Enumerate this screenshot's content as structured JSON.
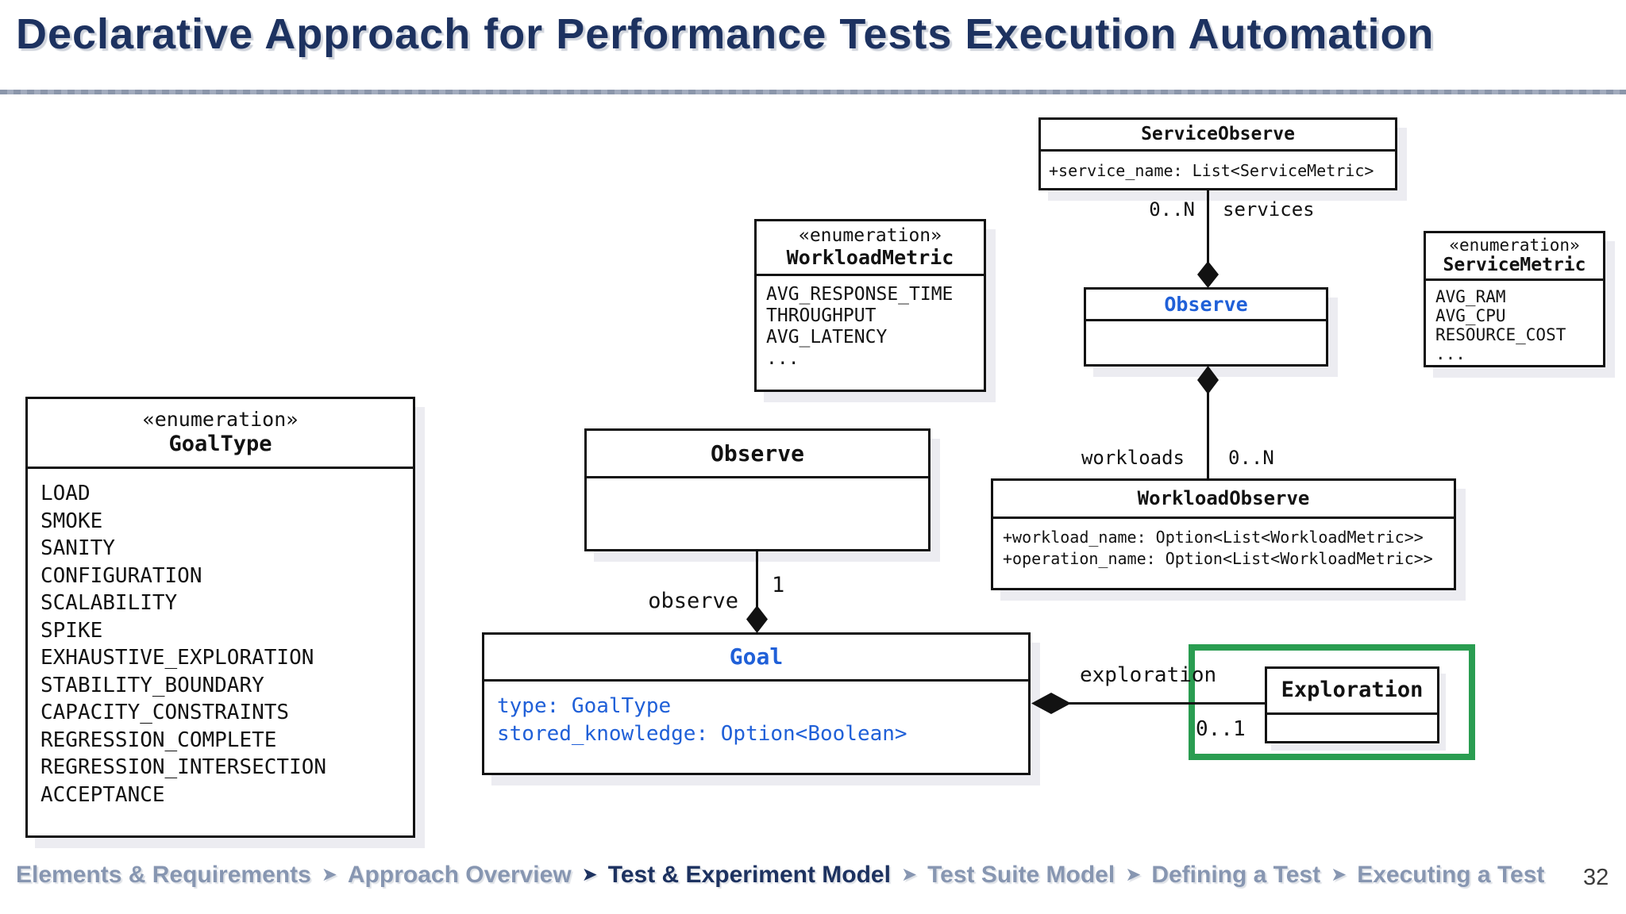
{
  "header": {
    "title": "Declarative Approach for Performance Tests Execution Automation"
  },
  "diagram": {
    "service_observe": {
      "name": "ServiceObserve",
      "attrs": [
        "+service_name: List<ServiceMetric>"
      ]
    },
    "observe_service": {
      "name": "Observe"
    },
    "workload_observe": {
      "name": "WorkloadObserve",
      "attrs": [
        "+workload_name: Option<List<WorkloadMetric>>",
        "+operation_name: Option<List<WorkloadMetric>>"
      ]
    },
    "workload_metric": {
      "stereotype": "«enumeration»",
      "name": "WorkloadMetric",
      "values": [
        "AVG_RESPONSE_TIME",
        "THROUGHPUT",
        "AVG_LATENCY",
        "..."
      ]
    },
    "service_metric": {
      "stereotype": "«enumeration»",
      "name": "ServiceMetric",
      "values": [
        "AVG_RAM",
        "AVG_CPU",
        "RESOURCE_COST",
        "..."
      ]
    },
    "goal_type": {
      "stereotype": "«enumeration»",
      "name": "GoalType",
      "values": [
        "LOAD",
        "SMOKE",
        "SANITY",
        "CONFIGURATION",
        "SCALABILITY",
        "SPIKE",
        "EXHAUSTIVE_EXPLORATION",
        "STABILITY_BOUNDARY",
        "CAPACITY_CONSTRAINTS",
        "REGRESSION_COMPLETE",
        "REGRESSION_INTERSECTION",
        "ACCEPTANCE"
      ]
    },
    "observe_goal": {
      "name": "Observe"
    },
    "goal": {
      "name": "Goal",
      "attrs": [
        "type: GoalType",
        "stored_knowledge: Option<Boolean>"
      ]
    },
    "exploration": {
      "name": "Exploration"
    },
    "relations": {
      "services": {
        "mult": "0..N",
        "label": "services"
      },
      "workloads": {
        "label": "workloads",
        "mult": "0..N"
      },
      "observe": {
        "label": "observe",
        "mult": "1"
      },
      "exploration": {
        "label": "exploration",
        "mult": "0..1"
      }
    }
  },
  "colors": {
    "title_navy": "#1d3260",
    "accent_blue": "#2060d8",
    "highlight_green": "#2a9d51",
    "breadcrumb_inactive": "#8796b1"
  },
  "footer": {
    "separator": "➤",
    "page": "32",
    "items": [
      {
        "label": "Elements & Requirements",
        "active": false
      },
      {
        "label": "Approach Overview",
        "active": false
      },
      {
        "label": "Test & Experiment Model",
        "active": true
      },
      {
        "label": "Test Suite Model",
        "active": false
      },
      {
        "label": "Defining a Test",
        "active": false
      },
      {
        "label": "Executing a Test",
        "active": false
      }
    ]
  }
}
